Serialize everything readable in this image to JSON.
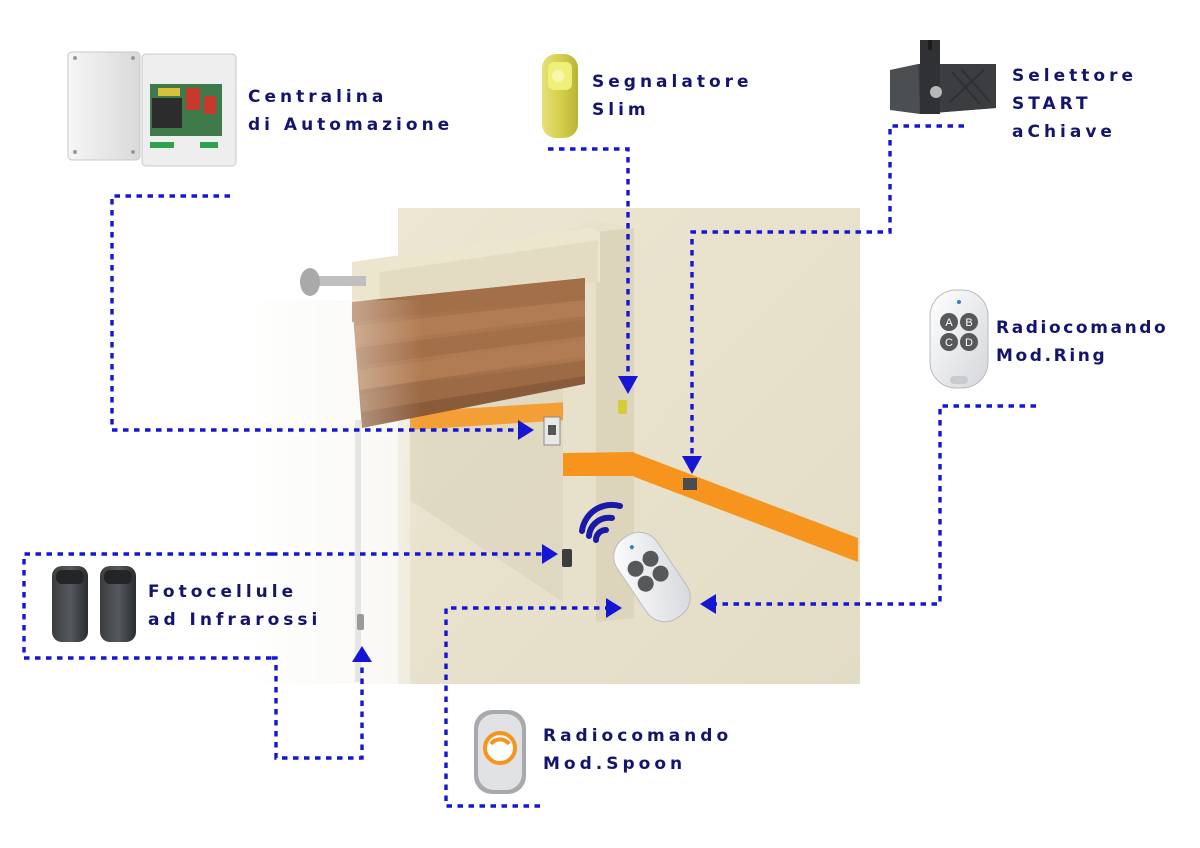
{
  "diagram_title": "",
  "accent_color": "#1515d6",
  "label_color": "#14146e",
  "stripe_color": "#f7941d",
  "components": [
    {
      "id": "control-unit",
      "icon": "control-box-icon",
      "lines": [
        "Centralina",
        "di Automazione"
      ]
    },
    {
      "id": "flashing-light",
      "icon": "flashing-light-icon",
      "lines": [
        "Segnalatore",
        "Slim"
      ]
    },
    {
      "id": "key-selector",
      "icon": "key-switch-icon",
      "lines": [
        "Selettore",
        "START",
        "aChiave"
      ]
    },
    {
      "id": "remote-ring",
      "icon": "remote-four-button-icon",
      "lines": [
        "Radiocomando",
        "Mod.Ring"
      ],
      "buttons": [
        "A",
        "B",
        "C",
        "D"
      ]
    },
    {
      "id": "photocells",
      "icon": "photocell-icon",
      "lines": [
        "Fotocellule",
        "ad Infrarossi"
      ]
    },
    {
      "id": "remote-spoon",
      "icon": "remote-spoon-icon",
      "lines": [
        "Radiocomando",
        "Mod.Spoon"
      ]
    }
  ],
  "scene": {
    "subject": "roller-shutter-icon",
    "signal": "wireless-signal-icon"
  }
}
